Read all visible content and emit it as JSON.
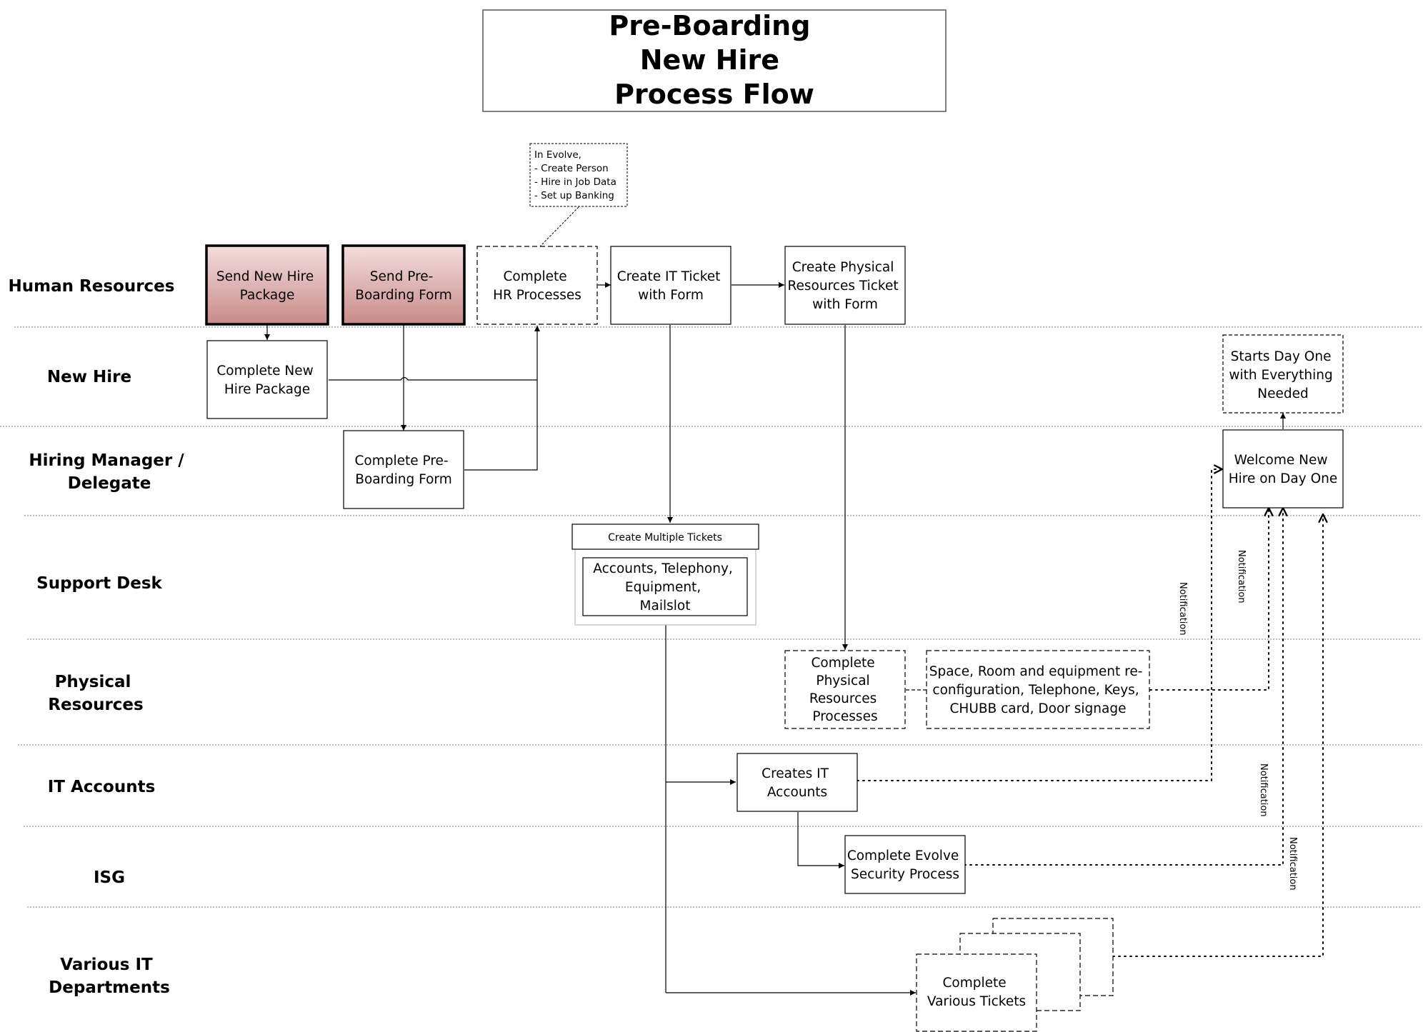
{
  "title": {
    "lines": [
      "Pre-Boarding",
      "New Hire",
      "Process Flow"
    ]
  },
  "lanes": [
    {
      "id": "hr",
      "lines": [
        "Human Resources"
      ]
    },
    {
      "id": "newhire",
      "lines": [
        "New Hire"
      ]
    },
    {
      "id": "hm",
      "lines": [
        "Hiring Manager /",
        "Delegate"
      ]
    },
    {
      "id": "support",
      "lines": [
        "Support Desk"
      ]
    },
    {
      "id": "physical",
      "lines": [
        "Physical",
        "Resources"
      ]
    },
    {
      "id": "itaccounts",
      "lines": [
        "IT Accounts"
      ]
    },
    {
      "id": "isg",
      "lines": [
        "ISG"
      ]
    },
    {
      "id": "variousit",
      "lines": [
        "Various IT",
        "Departments"
      ]
    }
  ],
  "annotation": {
    "lines": [
      "In Evolve,",
      "- Create Person",
      "- Hire in Job Data",
      "- Set up Banking"
    ]
  },
  "nodes": {
    "send_package": {
      "lines": [
        "Send New Hire",
        "Package"
      ]
    },
    "send_preboarding": {
      "lines": [
        "Send Pre-",
        "Boarding Form"
      ]
    },
    "complete_hr": {
      "lines": [
        "Complete",
        "HR Processes"
      ]
    },
    "create_it_ticket": {
      "lines": [
        "Create IT Ticket",
        "with Form"
      ]
    },
    "create_phys_ticket": {
      "lines": [
        "Create Physical",
        "Resources Ticket",
        "with Form"
      ]
    },
    "complete_package": {
      "lines": [
        "Complete New",
        "Hire Package"
      ]
    },
    "starts_day_one": {
      "lines": [
        "Starts Day One",
        "with Everything",
        "Needed"
      ]
    },
    "complete_preboarding": {
      "lines": [
        "Complete Pre-",
        "Boarding Form"
      ]
    },
    "welcome": {
      "lines": [
        "Welcome New",
        "Hire on Day One"
      ]
    },
    "multiple_tickets_header": {
      "lines": [
        "Create Multiple Tickets"
      ]
    },
    "multiple_tickets_body": {
      "lines": [
        "Accounts, Telephony,",
        "Equipment,",
        "Mailslot"
      ]
    },
    "complete_phys": {
      "lines": [
        "Complete",
        "Physical",
        "Resources",
        "Processes"
      ]
    },
    "space_room": {
      "lines": [
        "Space, Room and equipment re-",
        "configuration, Telephone, Keys,",
        "CHUBB card, Door signage"
      ]
    },
    "creates_it_accounts": {
      "lines": [
        "Creates IT",
        "Accounts"
      ]
    },
    "complete_evolve": {
      "lines": [
        "Complete Evolve",
        "Security Process"
      ]
    },
    "complete_various": {
      "lines": [
        "Complete",
        "Various Tickets"
      ]
    }
  },
  "notification_label": "Notification",
  "colors": {
    "highlight_fill_top": "#f3dede",
    "highlight_fill_bottom": "#c98a8a",
    "lane_divider": "#9a9a9a",
    "stroke": "#000000"
  }
}
